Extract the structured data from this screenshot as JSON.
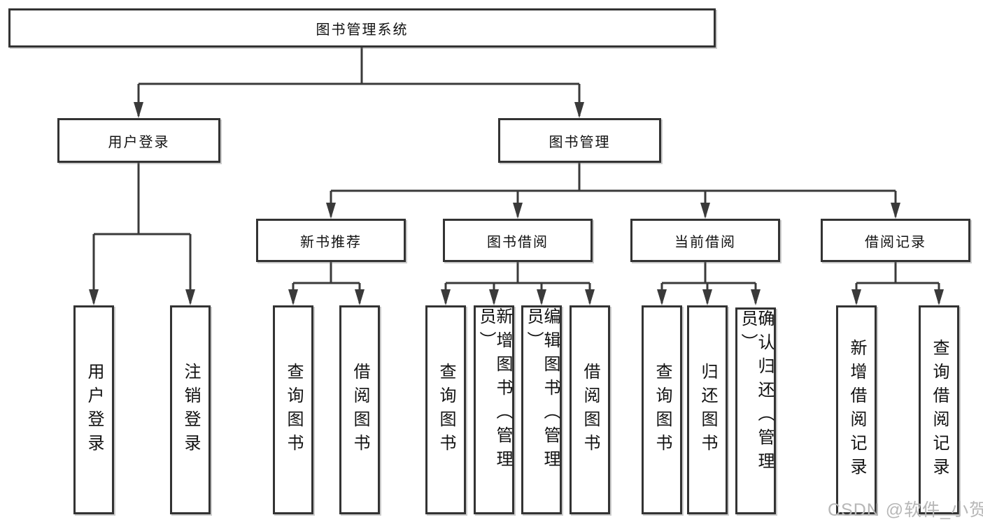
{
  "diagram": {
    "title": "图书管理系统",
    "colors": {
      "line": "#3a3a3a",
      "box_border": "#333333",
      "text": "#111111",
      "watermark": "#b7b7b7",
      "background": "#ffffff"
    },
    "nodes": {
      "root": {
        "label": "图书管理系统"
      },
      "user_login": {
        "label": "用户登录"
      },
      "book_manage": {
        "label": "图书管理"
      },
      "new_book_rec": {
        "label": "新书推荐"
      },
      "book_borrow": {
        "label": "图书借阅"
      },
      "current_borrow": {
        "label": "当前借阅"
      },
      "borrow_record": {
        "label": "借阅记录"
      },
      "leaf_user_login": {
        "label": "用户登录"
      },
      "leaf_logout": {
        "label": "注销登录"
      },
      "leaf_query_book_rec": {
        "label": "查询图书"
      },
      "leaf_borrow_book_rec": {
        "label": "借阅图书"
      },
      "leaf_query_book_borrow": {
        "label": "查询图书"
      },
      "leaf_add_book_admin": {
        "label": "新增图书（管理员）"
      },
      "leaf_edit_book_admin": {
        "label": "编辑图书（管理员）"
      },
      "leaf_borrow_book": {
        "label": "借阅图书"
      },
      "leaf_query_book_current": {
        "label": "查询图书"
      },
      "leaf_return_book": {
        "label": "归还图书"
      },
      "leaf_confirm_return_admin": {
        "label": "确认归还（管理员）"
      },
      "leaf_add_borrow_record": {
        "label": "新增借阅记录"
      },
      "leaf_query_borrow_record": {
        "label": "查询借阅记录"
      }
    }
  },
  "watermark": {
    "text": "CSDN @软件_小贺同学"
  }
}
